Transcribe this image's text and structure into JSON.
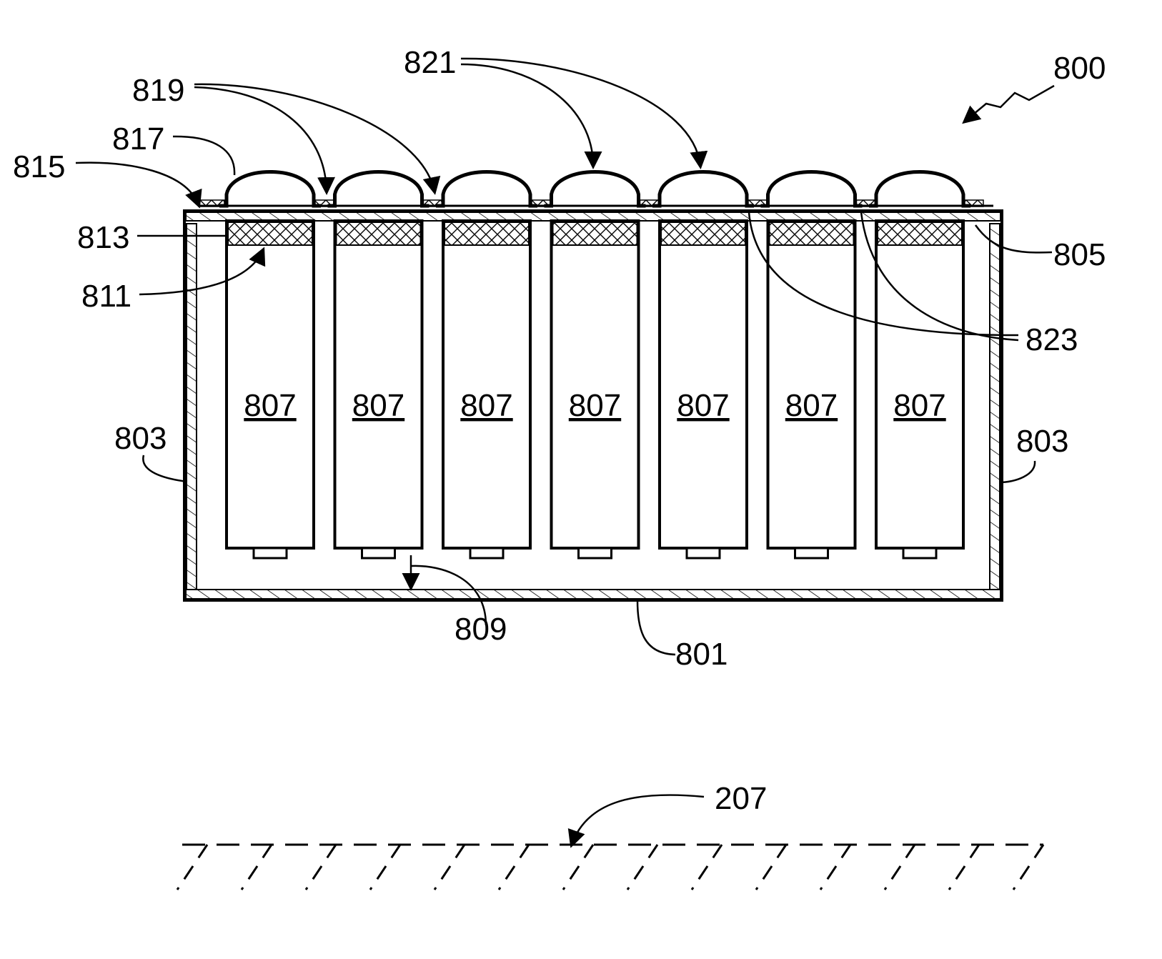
{
  "figure": {
    "labels": {
      "assembly": "800",
      "base_plate": "801",
      "side_walls": "803",
      "top_plate": "805",
      "cell": "807",
      "cell_terminal": "809",
      "cell_top": "811",
      "cell_cap_layer": "813",
      "top_layer": "815",
      "interconnect": "817",
      "interconnect_joint": "819",
      "interconnect_arch": "821",
      "via": "823",
      "ground_surface": "207"
    },
    "cell_count": 7,
    "colors": {
      "line": "#000000",
      "background": "#ffffff"
    }
  }
}
